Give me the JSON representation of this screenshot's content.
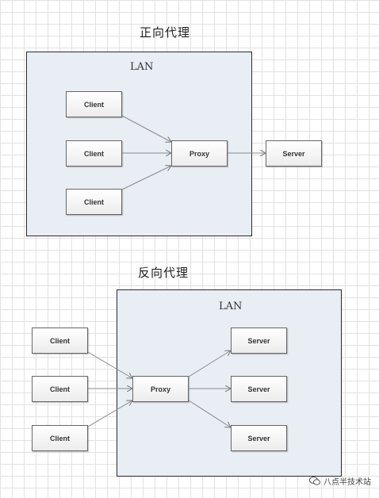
{
  "forward": {
    "title": "正向代理",
    "lan_label": "LAN",
    "clients": [
      "Client",
      "Client",
      "Client"
    ],
    "proxy": "Proxy",
    "server": "Server"
  },
  "reverse": {
    "title": "反向代理",
    "lan_label": "LAN",
    "clients": [
      "Client",
      "Client",
      "Client"
    ],
    "proxy": "Proxy",
    "servers": [
      "Server",
      "Server",
      "Server"
    ]
  },
  "watermark": "八点半技术站",
  "watermark_icon": "wechat-icon"
}
